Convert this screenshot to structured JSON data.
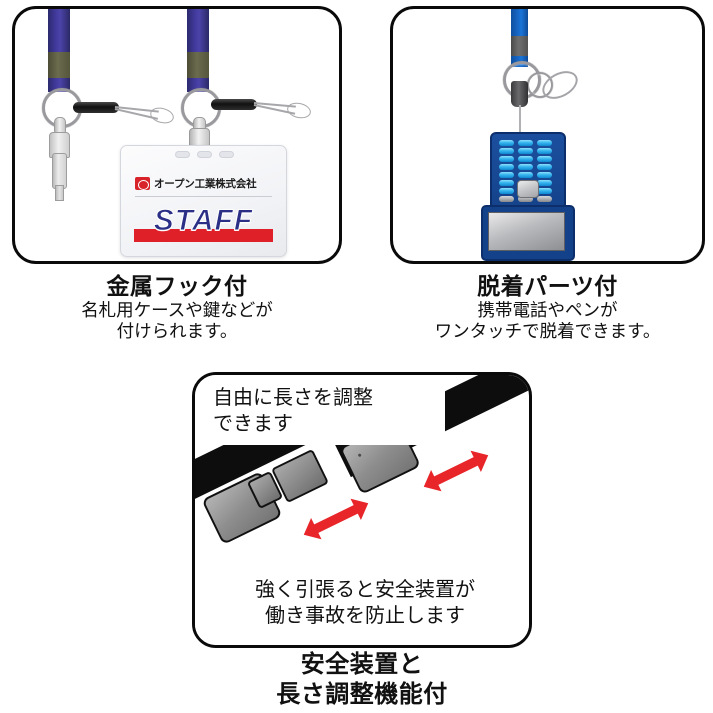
{
  "document": {
    "type": "product-feature-diagram",
    "language": "ja",
    "background_color": "#ffffff"
  },
  "colors": {
    "panel_border": "#0a0a0a",
    "lanyard_navy": "#41399b",
    "lanyard_blue": "#1766c4",
    "phone_blue": "#14428a",
    "key_cyan": "#36b6ef",
    "arrow_red": "#e8262a",
    "badge_red": "#e02028",
    "staff_text_blue": "#2b2f86",
    "belt_black": "#0d0d0d",
    "metal_gray": "#8e8e8e"
  },
  "panels": [
    {
      "id": "hook",
      "icons": [
        "lanyard-strap-icon",
        "split-ring-icon",
        "metal-hook-icon",
        "key-icon",
        "swivel-clip-icon",
        "id-badge-icon"
      ],
      "badge": {
        "company_name": "オープン工業株式会社",
        "staff_label": "STAFF",
        "logo_name": "open-kogyo-logo"
      },
      "caption": {
        "headline": "金属フック付",
        "sub_lines": [
          "名札用ケースや鍵などが",
          "付けられます。"
        ]
      }
    },
    {
      "id": "detach",
      "icons": [
        "lanyard-strap-icon",
        "split-ring-icon",
        "detachable-buckle-icon",
        "oval-hook-icon",
        "mobile-phone-icon"
      ],
      "caption": {
        "headline": "脱着パーツ付",
        "sub_lines": [
          "携帯電話やペンが",
          "ワンタッチで脱着できます。"
        ]
      }
    },
    {
      "id": "safety",
      "icons": [
        "belt-strap-icon",
        "safety-buckle-icon",
        "double-arrow-icon"
      ],
      "inner_top_text": [
        "自由に長さを調整",
        "できます"
      ],
      "inner_bottom_text": [
        "強く引張ると安全装置が",
        "働き事故を防止します"
      ],
      "caption": {
        "headline_lines": [
          "安全装置と",
          "長さ調整機能付"
        ]
      }
    }
  ]
}
